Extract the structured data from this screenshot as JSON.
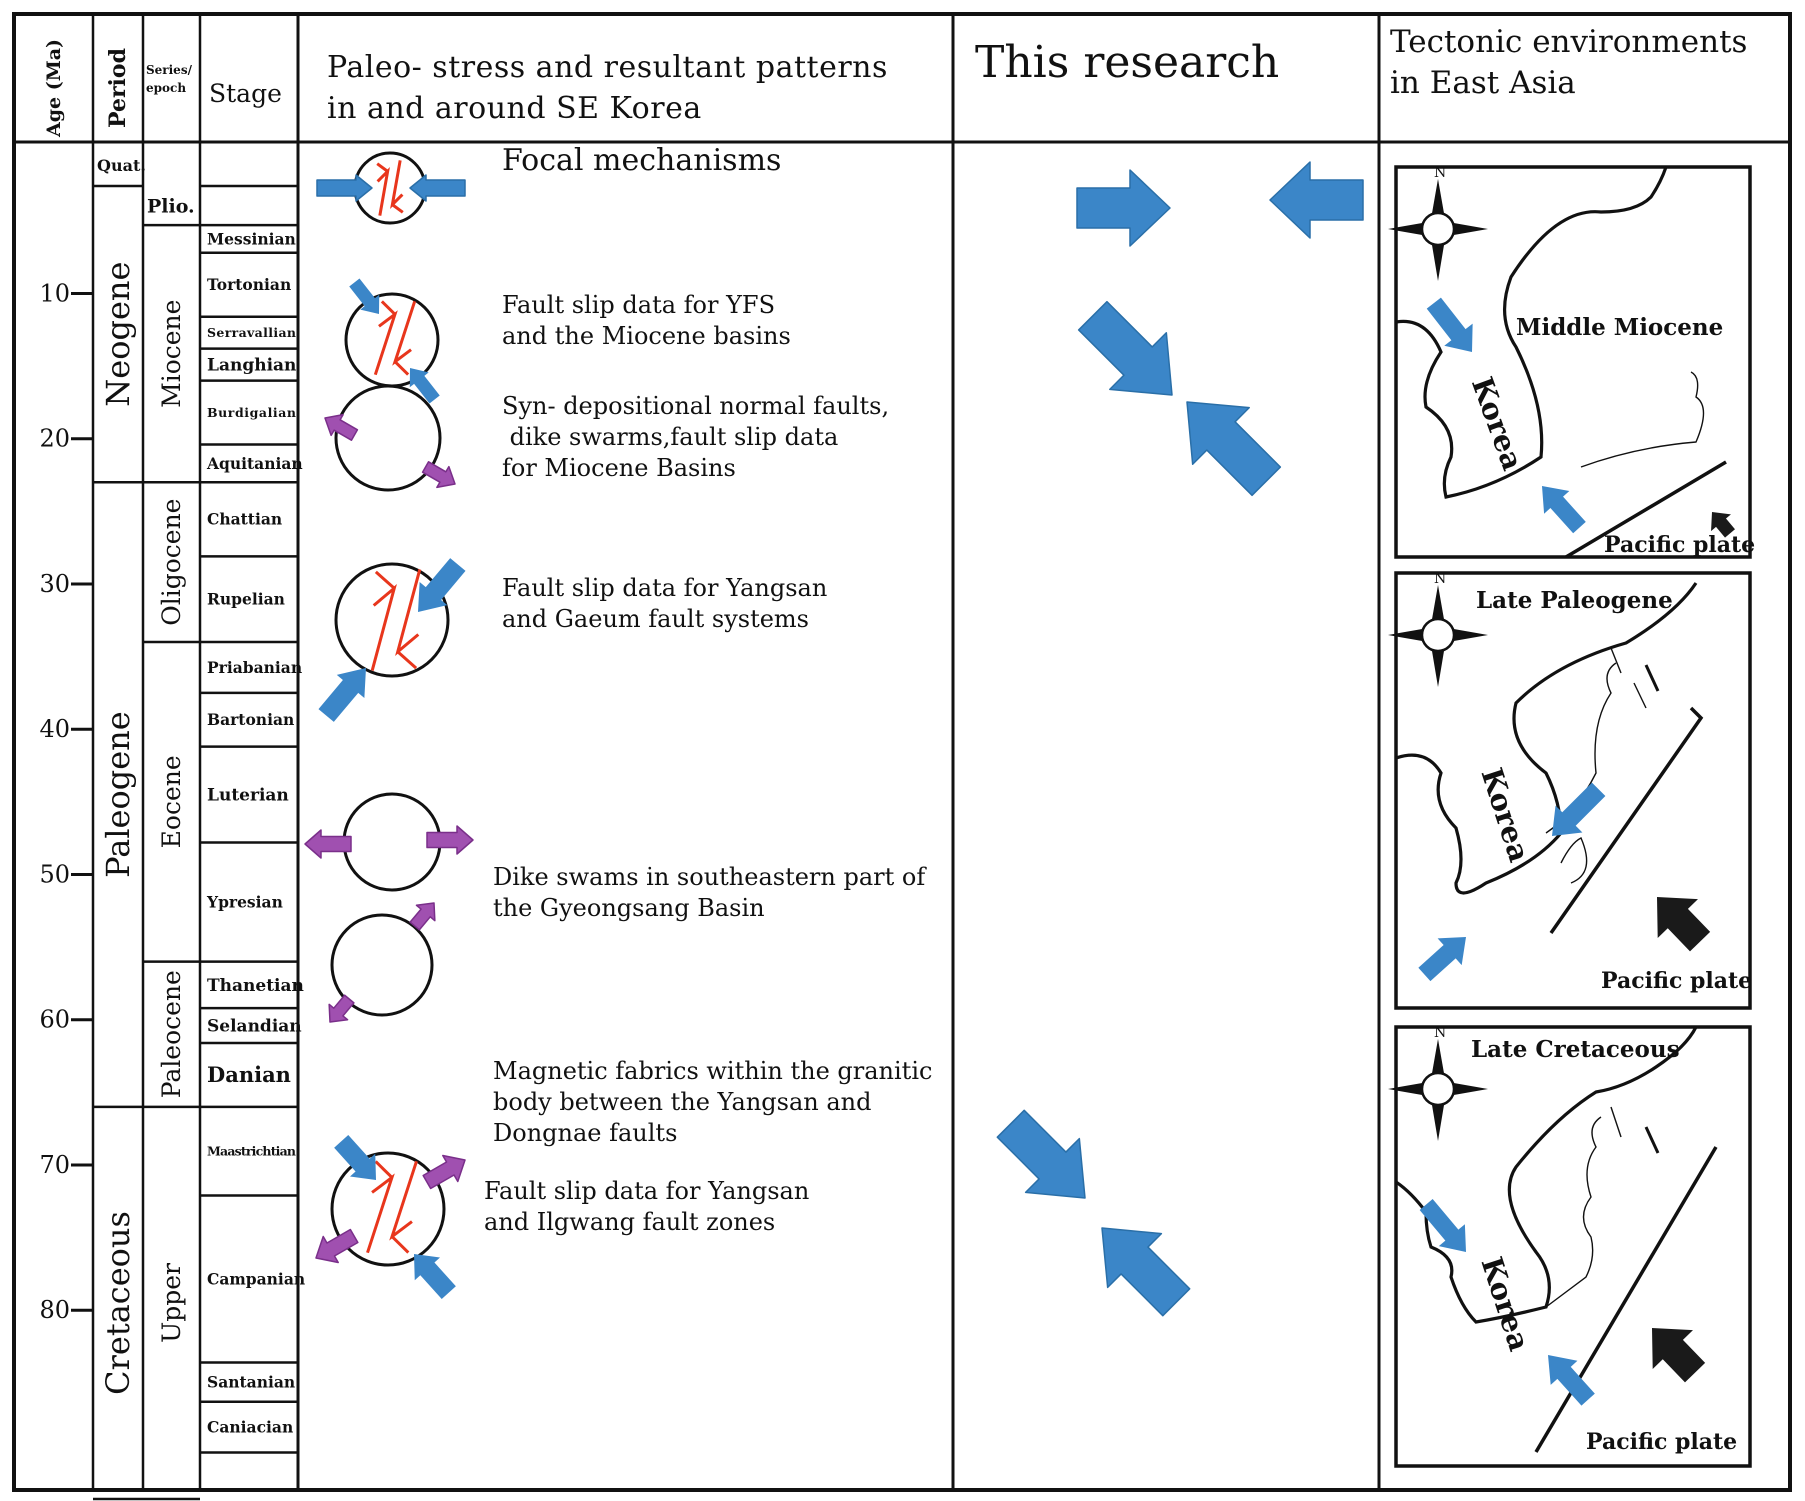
{
  "headers": {
    "age": "Age (Ma)",
    "period": "Period",
    "series_line1": "Series/",
    "series_line2": "epoch",
    "stage": "Stage",
    "paleo_line1": "Paleo- stress and resultant patterns",
    "paleo_line2": "in and around SE Korea",
    "research": "This research",
    "tectonic_line1": "Tectonic environments",
    "tectonic_line2": "in East Asia"
  },
  "age_ticks": [
    {
      "label": "10",
      "ma": 10
    },
    {
      "label": "20",
      "ma": 20
    },
    {
      "label": "30",
      "ma": 30
    },
    {
      "label": "40",
      "ma": 40
    },
    {
      "label": "50",
      "ma": 50
    },
    {
      "label": "60",
      "ma": 60
    },
    {
      "label": "70",
      "ma": 70
    },
    {
      "label": "80",
      "ma": 80
    }
  ],
  "periods": [
    {
      "name": "Quat.",
      "from": 0,
      "to": 2.6,
      "orient": "h"
    },
    {
      "name": "Neogene",
      "from": 2.6,
      "to": 23,
      "orient": "v"
    },
    {
      "name": "Paleogene",
      "from": 23,
      "to": 66,
      "orient": "v"
    },
    {
      "name": "Cretaceous",
      "from": 66,
      "to": 93,
      "orient": "v"
    }
  ],
  "series": [
    {
      "name": "Plio.",
      "from": 2.6,
      "to": 5.3,
      "orient": "h"
    },
    {
      "name": "Miocene",
      "from": 5.3,
      "to": 23,
      "orient": "v"
    },
    {
      "name": "Oligocene",
      "from": 23,
      "to": 34,
      "orient": "v"
    },
    {
      "name": "Eocene",
      "from": 34,
      "to": 56,
      "orient": "v"
    },
    {
      "name": "Paleocene",
      "from": 56,
      "to": 66,
      "orient": "v"
    },
    {
      "name": "Upper",
      "from": 66,
      "to": 93,
      "orient": "v"
    }
  ],
  "stages": [
    {
      "name": "Messinian",
      "from": 5.3,
      "to": 7.2,
      "size": "xs"
    },
    {
      "name": "Tortonian",
      "from": 7.2,
      "to": 11.6,
      "size": "xs"
    },
    {
      "name": "Serravallian",
      "from": 11.6,
      "to": 13.8,
      "size": "xxs"
    },
    {
      "name": "Langhian",
      "from": 13.8,
      "to": 16,
      "size": "s"
    },
    {
      "name": "Burdigalian",
      "from": 16,
      "to": 20.4,
      "size": "xxs"
    },
    {
      "name": "Aquitanian",
      "from": 20.4,
      "to": 23,
      "size": "xs"
    },
    {
      "name": "Chattian",
      "from": 23,
      "to": 28.1,
      "size": "xs"
    },
    {
      "name": "Rupelian",
      "from": 28.1,
      "to": 34,
      "size": "xs"
    },
    {
      "name": "Priabanian",
      "from": 34,
      "to": 37.5,
      "size": "xs"
    },
    {
      "name": "Bartonian",
      "from": 37.5,
      "to": 41.2,
      "size": "xs"
    },
    {
      "name": "Luterian",
      "from": 41.2,
      "to": 47.8,
      "size": "s"
    },
    {
      "name": "Ypresian",
      "from": 47.8,
      "to": 56,
      "size": "xs"
    },
    {
      "name": "Thanetian",
      "from": 56,
      "to": 59.2,
      "size": "s"
    },
    {
      "name": "Selandian",
      "from": 59.2,
      "to": 61.6,
      "size": "s"
    },
    {
      "name": "Danian",
      "from": 61.6,
      "to": 66,
      "size": "m"
    },
    {
      "name": "Maastrichtian",
      "from": 66,
      "to": 72.1,
      "size": "xxs"
    },
    {
      "name": "Campanian",
      "from": 72.1,
      "to": 83.6,
      "size": "xs"
    },
    {
      "name": "Santanian",
      "from": 83.6,
      "to": 86.3,
      "size": "xs"
    },
    {
      "name": "Caniacian",
      "from": 86.3,
      "to": 89.8,
      "size": "xs"
    }
  ],
  "paleo_labels": [
    {
      "id": "focal",
      "lines": [
        "Focal mechanisms"
      ]
    },
    {
      "id": "yfs",
      "lines": [
        "Fault slip data for YFS",
        "and the Miocene basins"
      ]
    },
    {
      "id": "syn",
      "lines": [
        "Syn- depositional normal faults,",
        " dike swarms,fault slip data",
        "for Miocene Basins"
      ]
    },
    {
      "id": "yangsan_gaeum",
      "lines": [
        "Fault slip data for Yangsan",
        "and Gaeum fault systems"
      ]
    },
    {
      "id": "dike",
      "lines": [
        "Dike swams in southeastern part of",
        "the Gyeongsang Basin"
      ]
    },
    {
      "id": "magnetic",
      "lines": [
        "Magnetic fabrics within the granitic",
        "body between the Yangsan and",
        "Dongnae faults"
      ]
    },
    {
      "id": "ilgwang",
      "lines": [
        "Fault slip data for Yangsan",
        "and Ilgwang fault zones"
      ]
    }
  ],
  "maps": [
    {
      "title": "Middle Miocene",
      "country": "Korea",
      "plate": "Pacific plate",
      "north": "N"
    },
    {
      "title": "Late Paleogene",
      "country": "Korea",
      "plate": "Pacific plate",
      "north": "N"
    },
    {
      "title": "Late Cretaceous",
      "country": "Korea",
      "plate": "Pacific plate",
      "north": "N"
    }
  ],
  "colors": {
    "stress_arrow": "#3b86c8",
    "extension_arrow": "#a050b0",
    "fault": "#e8361c",
    "plate_arrow": "#1a1a1a",
    "line": "#111111"
  }
}
